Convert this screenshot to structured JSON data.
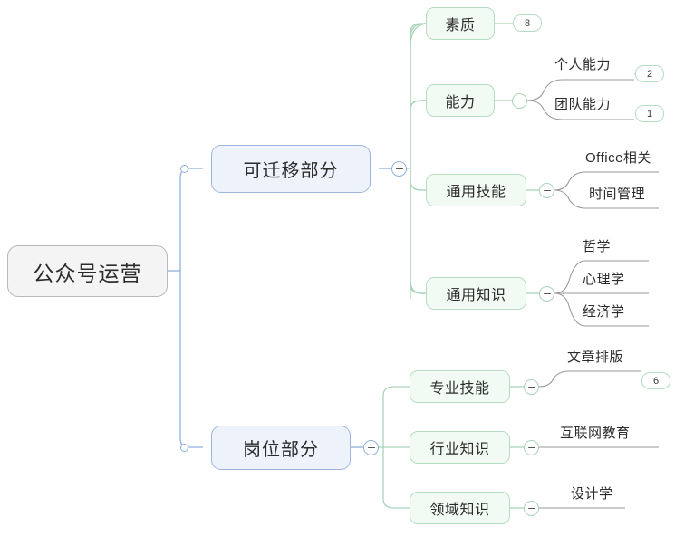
{
  "diagram": {
    "type": "mindmap",
    "title": "公众号运营",
    "colors": {
      "root_fill": "#f4f4f4",
      "root_border": "#b9b9b9",
      "branch_fill": "#eef2fa",
      "branch_border": "#9cb6de",
      "leaf_fill": "#f2faf4",
      "leaf_border": "#b6dcc2",
      "blue_line": "#8fb0dd",
      "green_line": "#a9d4b8",
      "text": "#2b2b2b"
    },
    "root": {
      "label": "公众号运营"
    },
    "branches": [
      {
        "label": "可迁移部分",
        "toggle": "minus",
        "children": [
          {
            "label": "素质",
            "toggle": null,
            "leaves": [
              {
                "label": "",
                "badge": "8"
              }
            ]
          },
          {
            "label": "能力",
            "toggle": "minus",
            "leaves": [
              {
                "label": "个人能力",
                "badge": "2"
              },
              {
                "label": "团队能力",
                "badge": "1"
              }
            ]
          },
          {
            "label": "通用技能",
            "toggle": "minus",
            "leaves": [
              {
                "label": "Office相关",
                "badge": null
              },
              {
                "label": "时间管理",
                "badge": null
              }
            ]
          },
          {
            "label": "通用知识",
            "toggle": "minus",
            "leaves": [
              {
                "label": "哲学",
                "badge": null
              },
              {
                "label": "心理学",
                "badge": null
              },
              {
                "label": "经济学",
                "badge": null
              }
            ]
          }
        ]
      },
      {
        "label": "岗位部分",
        "toggle": "minus",
        "children": [
          {
            "label": "专业技能",
            "toggle": "minus",
            "leaves": [
              {
                "label": "文章排版",
                "badge": "6"
              }
            ]
          },
          {
            "label": "行业知识",
            "toggle": "minus",
            "leaves": [
              {
                "label": "互联网教育",
                "badge": null
              }
            ]
          },
          {
            "label": "领域知识",
            "toggle": "minus",
            "leaves": [
              {
                "label": "设计学",
                "badge": null
              }
            ]
          }
        ]
      }
    ]
  },
  "labels": {
    "root": "公众号运营",
    "b0": "可迁移部分",
    "b1": "岗位部分",
    "b0c0": "素质",
    "b0c1": "能力",
    "b0c2": "通用技能",
    "b0c3": "通用知识",
    "b1c0": "专业技能",
    "b1c1": "行业知识",
    "b1c2": "领域知识",
    "l_geren": "个人能力",
    "l_tuandui": "团队能力",
    "l_office": "Office相关",
    "l_shijian": "时间管理",
    "l_zhexue": "哲学",
    "l_xinli": "心理学",
    "l_jingji": "经济学",
    "l_paiban": "文章排版",
    "l_hulian": "互联网教育",
    "l_sheji": "设计学"
  },
  "badges": {
    "suzhi": "8",
    "geren": "2",
    "tuandui": "1",
    "paiban": "6"
  }
}
